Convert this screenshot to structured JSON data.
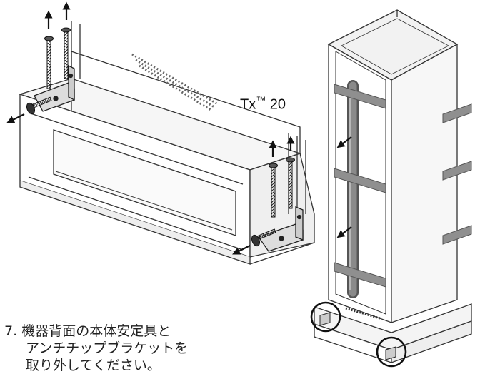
{
  "tool": {
    "name": "Tx",
    "mark": "™",
    "size": "20"
  },
  "step": {
    "number": "7.",
    "lines": [
      "機器背面の本体安定具と",
      "アンチチップブラケットを",
      "取り外してください。"
    ]
  }
}
